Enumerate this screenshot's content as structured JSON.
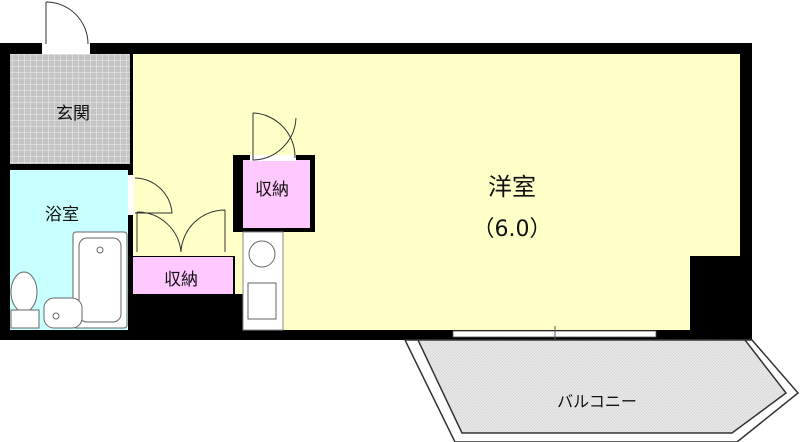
{
  "rooms": {
    "entrance": "玄関",
    "bathroom": "浴室",
    "closet_upper": "収納",
    "closet_lower": "収納",
    "western_room": "洋室",
    "western_room_size": "（6.0）",
    "balcony": "バルコニー"
  },
  "colors": {
    "wall": "#000000",
    "western_room": "#ffffc8",
    "bathroom": "#c8ffff",
    "closet": "#ffc8ff",
    "entrance": "#c8c8c8",
    "balcony": "#e6e6e6"
  }
}
